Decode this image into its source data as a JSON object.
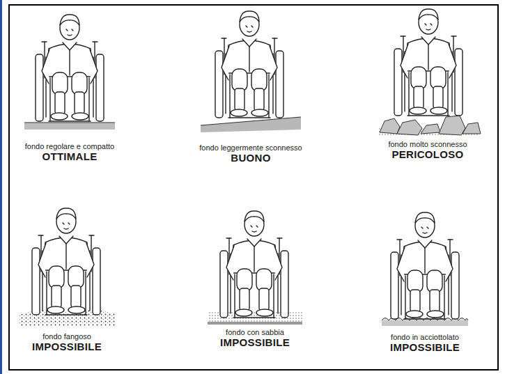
{
  "diagram": {
    "labels": [
      "fondo regolare e compatto",
      "OTTIMALE",
      "fondo leggermente sconnesso",
      "BUONO",
      "fondo molto sconnesso",
      "PERICOLOSO",
      "fondo fangoso",
      "IMPOSSIBILE",
      "fondo con sabbia",
      "IMPOSSIBILE",
      "fondo in acciottolato",
      "IMPOSSIBILE"
    ]
  }
}
